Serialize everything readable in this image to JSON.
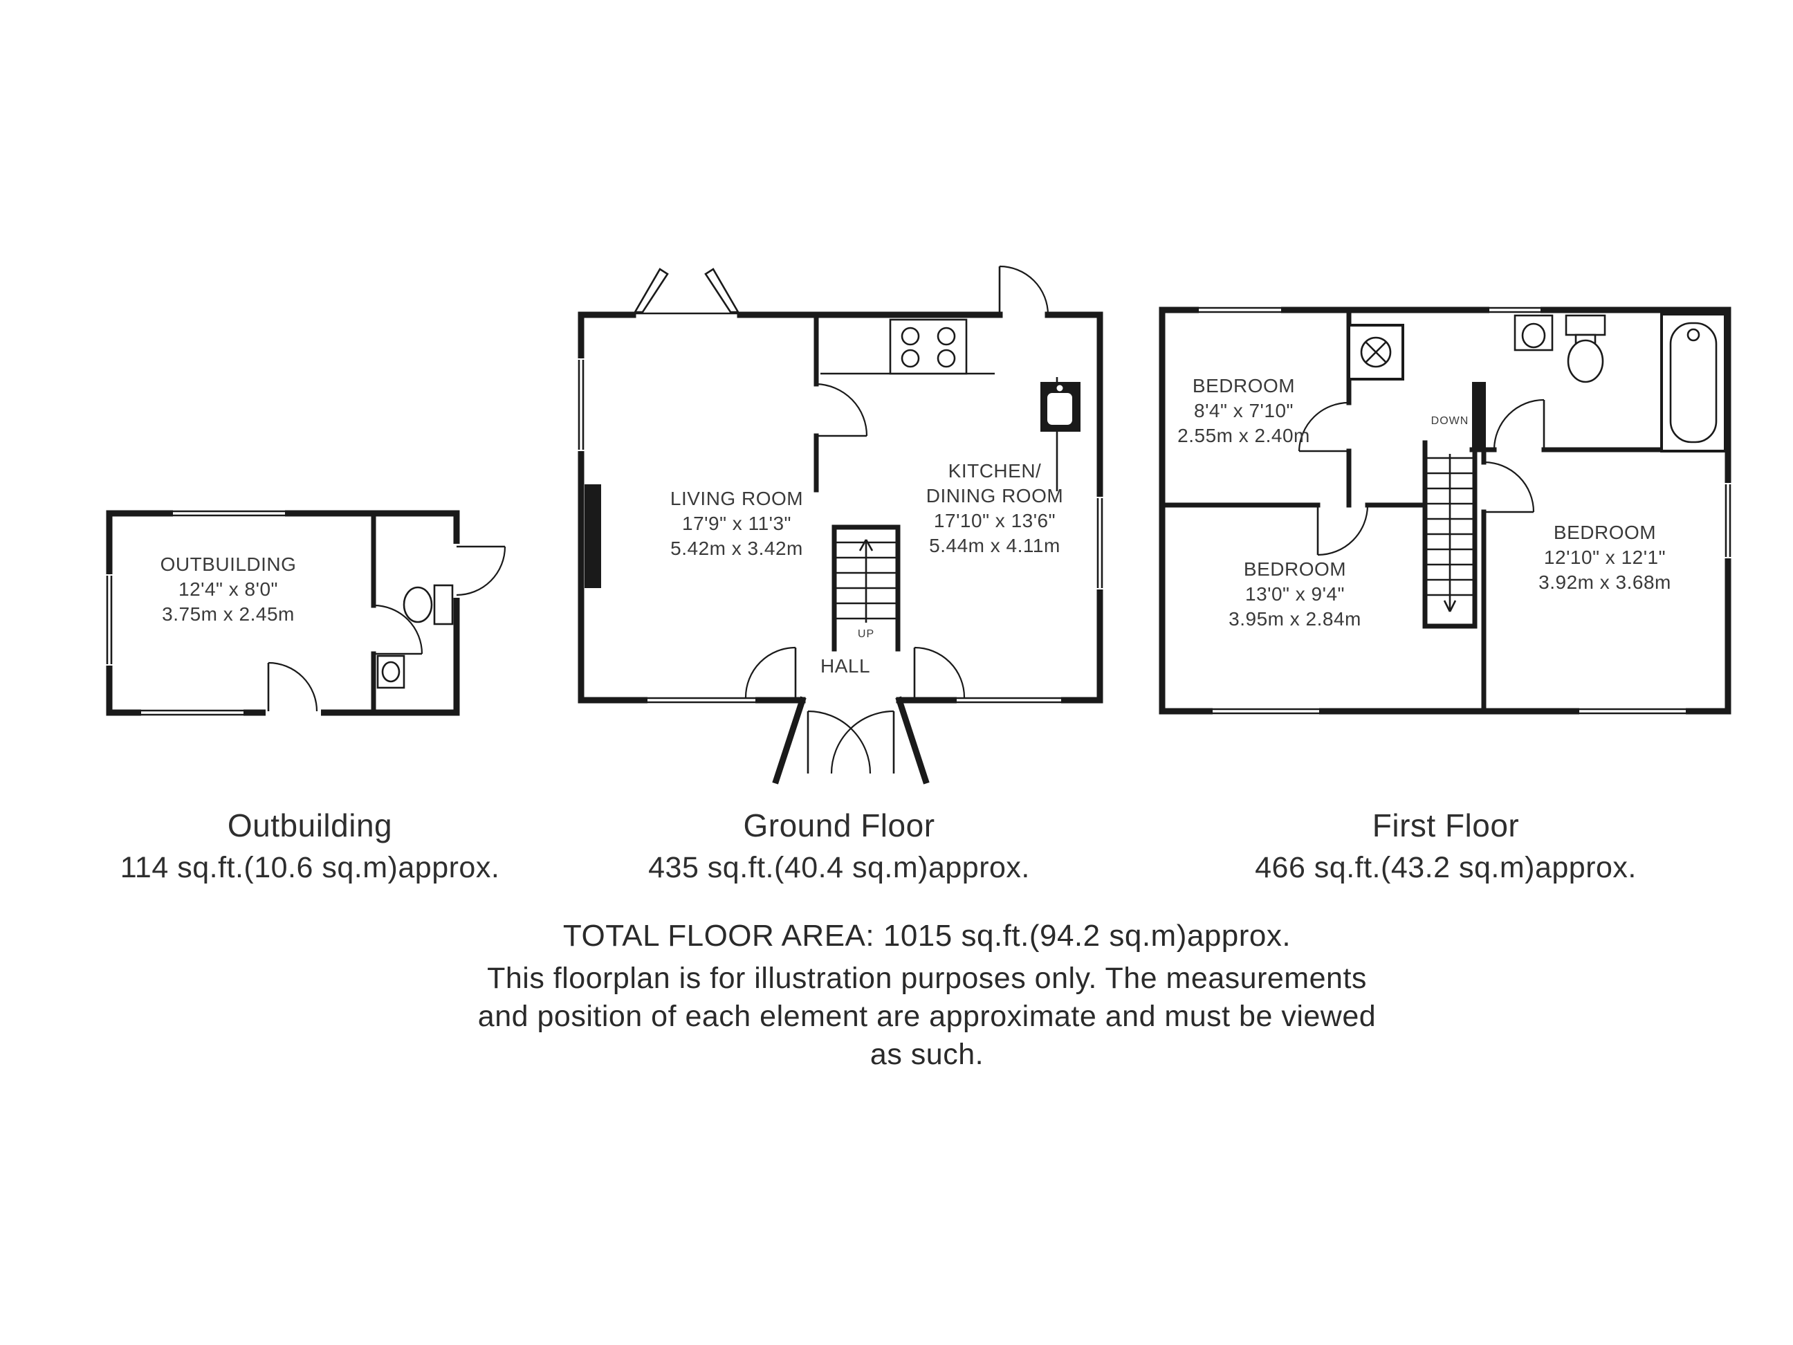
{
  "colors": {
    "background": "#ffffff",
    "ink": "#1a1a1a",
    "text": "#333333"
  },
  "fixtures": {
    "outbuilding": [
      "toilet",
      "basin"
    ],
    "ground_floor": [
      "stove",
      "kitchen-sink",
      "fireplace",
      "stairs-up"
    ],
    "first_floor": [
      "shower",
      "basin",
      "toilet",
      "bathtub",
      "stairs-down"
    ]
  },
  "plans": {
    "outbuilding": {
      "title": "Outbuilding",
      "area": "114 sq.ft.(10.6 sq.m)approx.",
      "room": {
        "name": "OUTBUILDING",
        "size_imperial": "12'4\" x 8'0\"",
        "size_metric": "3.75m x 2.45m"
      }
    },
    "ground_floor": {
      "title": "Ground Floor",
      "area": "435 sq.ft.(40.4 sq.m)approx.",
      "living_room": {
        "name": "LIVING ROOM",
        "size_imperial": "17'9\" x 11'3\"",
        "size_metric": "5.42m x 3.42m"
      },
      "kitchen_dining": {
        "name_line1": "KITCHEN/",
        "name_line2": "DINING ROOM",
        "size_imperial": "17'10\" x 13'6\"",
        "size_metric": "5.44m x 4.11m"
      },
      "hall": {
        "name": "HALL"
      },
      "stairs_label": "UP"
    },
    "first_floor": {
      "title": "First Floor",
      "area": "466 sq.ft.(43.2 sq.m)approx.",
      "bedroom_1": {
        "name": "BEDROOM",
        "size_imperial": "8'4\" x 7'10\"",
        "size_metric": "2.55m x 2.40m"
      },
      "bedroom_2": {
        "name": "BEDROOM",
        "size_imperial": "13'0\" x 9'4\"",
        "size_metric": "3.95m x 2.84m"
      },
      "bedroom_3": {
        "name": "BEDROOM",
        "size_imperial": "12'10\" x 12'1\"",
        "size_metric": "3.92m x 3.68m"
      },
      "stairs_label": "DOWN"
    }
  },
  "footer": {
    "total_area": "TOTAL FLOOR AREA: 1015 sq.ft.(94.2 sq.m)approx.",
    "disclaimer_lines": [
      "This floorplan is for illustration purposes only. The measurements",
      "and position of each element are approximate and must be viewed",
      "as such."
    ]
  }
}
